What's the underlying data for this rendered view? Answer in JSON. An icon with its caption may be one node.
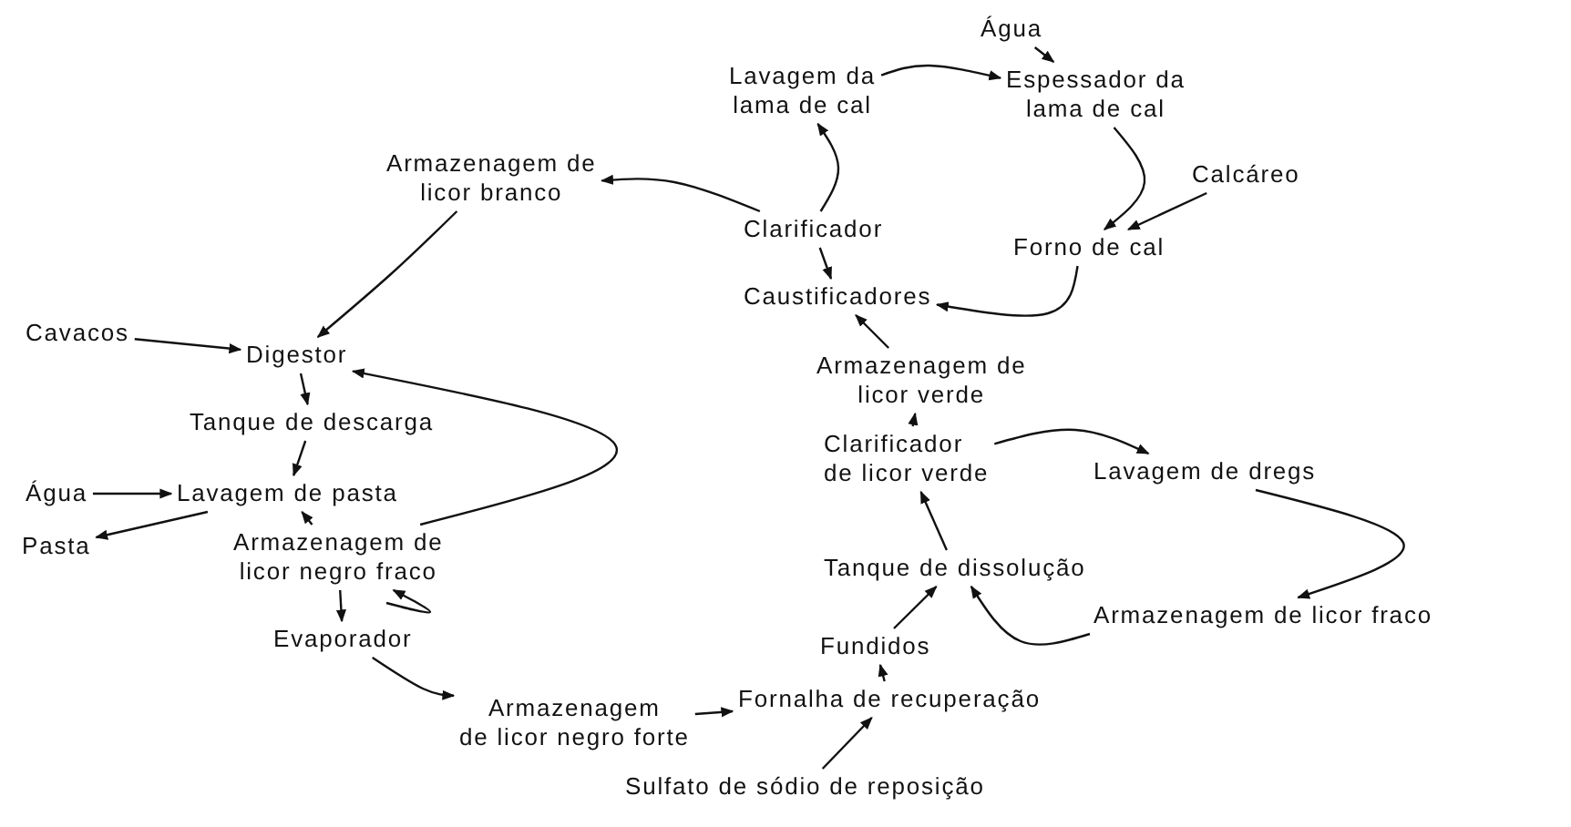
{
  "diagram": {
    "nodes": [
      {
        "text": [
          "Água"
        ]
      },
      {
        "text": [
          "Lavagem da lama de cal"
        ]
      },
      {
        "text": [
          "Espessador da lama de cal"
        ]
      },
      {
        "text": [
          "Armazenagem de licor branco"
        ]
      },
      {
        "text": [
          "Calcáreo"
        ]
      },
      {
        "text": [
          "Clarificador"
        ]
      },
      {
        "text": [
          "Forno de cal"
        ]
      },
      {
        "text": [
          "Caustificadores"
        ]
      },
      {
        "text": [
          "Cavacos"
        ]
      },
      {
        "text": [
          "Digestor"
        ]
      },
      {
        "text": [
          "Armazenagem de licor verde"
        ]
      },
      {
        "text": [
          "Tanque de descarga"
        ]
      },
      {
        "text": [
          "Clarificador de licor verde"
        ]
      },
      {
        "text": [
          "Lavagem de dregs"
        ]
      },
      {
        "text": [
          "Água"
        ]
      },
      {
        "text": [
          "Lavagem de pasta"
        ]
      },
      {
        "text": [
          "Pasta"
        ]
      },
      {
        "text": [
          "Armazenagem de licor negro fraco"
        ]
      },
      {
        "text": [
          "Tanque de dissolução"
        ]
      },
      {
        "text": [
          "Armazenagem de licor fraco"
        ]
      },
      {
        "text": [
          "Evaporador"
        ]
      },
      {
        "text": [
          "Fundidos"
        ]
      },
      {
        "text": [
          "Armazenagem de licor negro forte"
        ]
      },
      {
        "text": [
          "Fornalha de recuperação"
        ]
      },
      {
        "text": [
          "Sulfato de sódio de reposição"
        ]
      }
    ],
    "edges": [
      {
        "from": 0,
        "to": 2,
        "arrow": "to"
      },
      {
        "from": 1,
        "to": 2,
        "arrow": "to"
      },
      {
        "from": 2,
        "to": 6,
        "arrow": "to"
      },
      {
        "from": 4,
        "to": 6,
        "arrow": "to"
      },
      {
        "from": 6,
        "to": 7,
        "arrow": "to"
      },
      {
        "from": 5,
        "to": 1,
        "arrow": "to"
      },
      {
        "from": 5,
        "to": 3,
        "arrow": "to"
      },
      {
        "from": 5,
        "to": 7,
        "arrow": "to"
      },
      {
        "from": 3,
        "to": 9,
        "arrow": "to"
      },
      {
        "from": 8,
        "to": 9,
        "arrow": "to"
      },
      {
        "from": 9,
        "to": 11,
        "arrow": "to"
      },
      {
        "from": 11,
        "to": 15,
        "arrow": "to"
      },
      {
        "from": 14,
        "to": 15,
        "arrow": "to"
      },
      {
        "from": 15,
        "to": 16,
        "arrow": "to"
      },
      {
        "from": 17,
        "to": 15,
        "arrow": "to"
      },
      {
        "from": 17,
        "to": 9,
        "arrow": "to"
      },
      {
        "from": null,
        "to": 17,
        "arrow": "to"
      },
      {
        "from": 17,
        "to": 20,
        "arrow": "to"
      },
      {
        "from": 20,
        "to": 22,
        "arrow": "to"
      },
      {
        "from": 22,
        "to": 23,
        "arrow": "to"
      },
      {
        "from": 24,
        "to": 23,
        "arrow": "to"
      },
      {
        "from": 23,
        "to": 21,
        "arrow": "to"
      },
      {
        "from": 21,
        "to": 18,
        "arrow": "to"
      },
      {
        "from": 18,
        "to": 12,
        "arrow": "to"
      },
      {
        "from": 12,
        "to": 10,
        "arrow": "to"
      },
      {
        "from": 10,
        "to": 7,
        "arrow": "to"
      },
      {
        "from": 12,
        "to": 13,
        "arrow": "to"
      },
      {
        "from": 13,
        "to": 19,
        "arrow": "to"
      },
      {
        "from": 19,
        "to": 18,
        "arrow": "to"
      }
    ]
  }
}
